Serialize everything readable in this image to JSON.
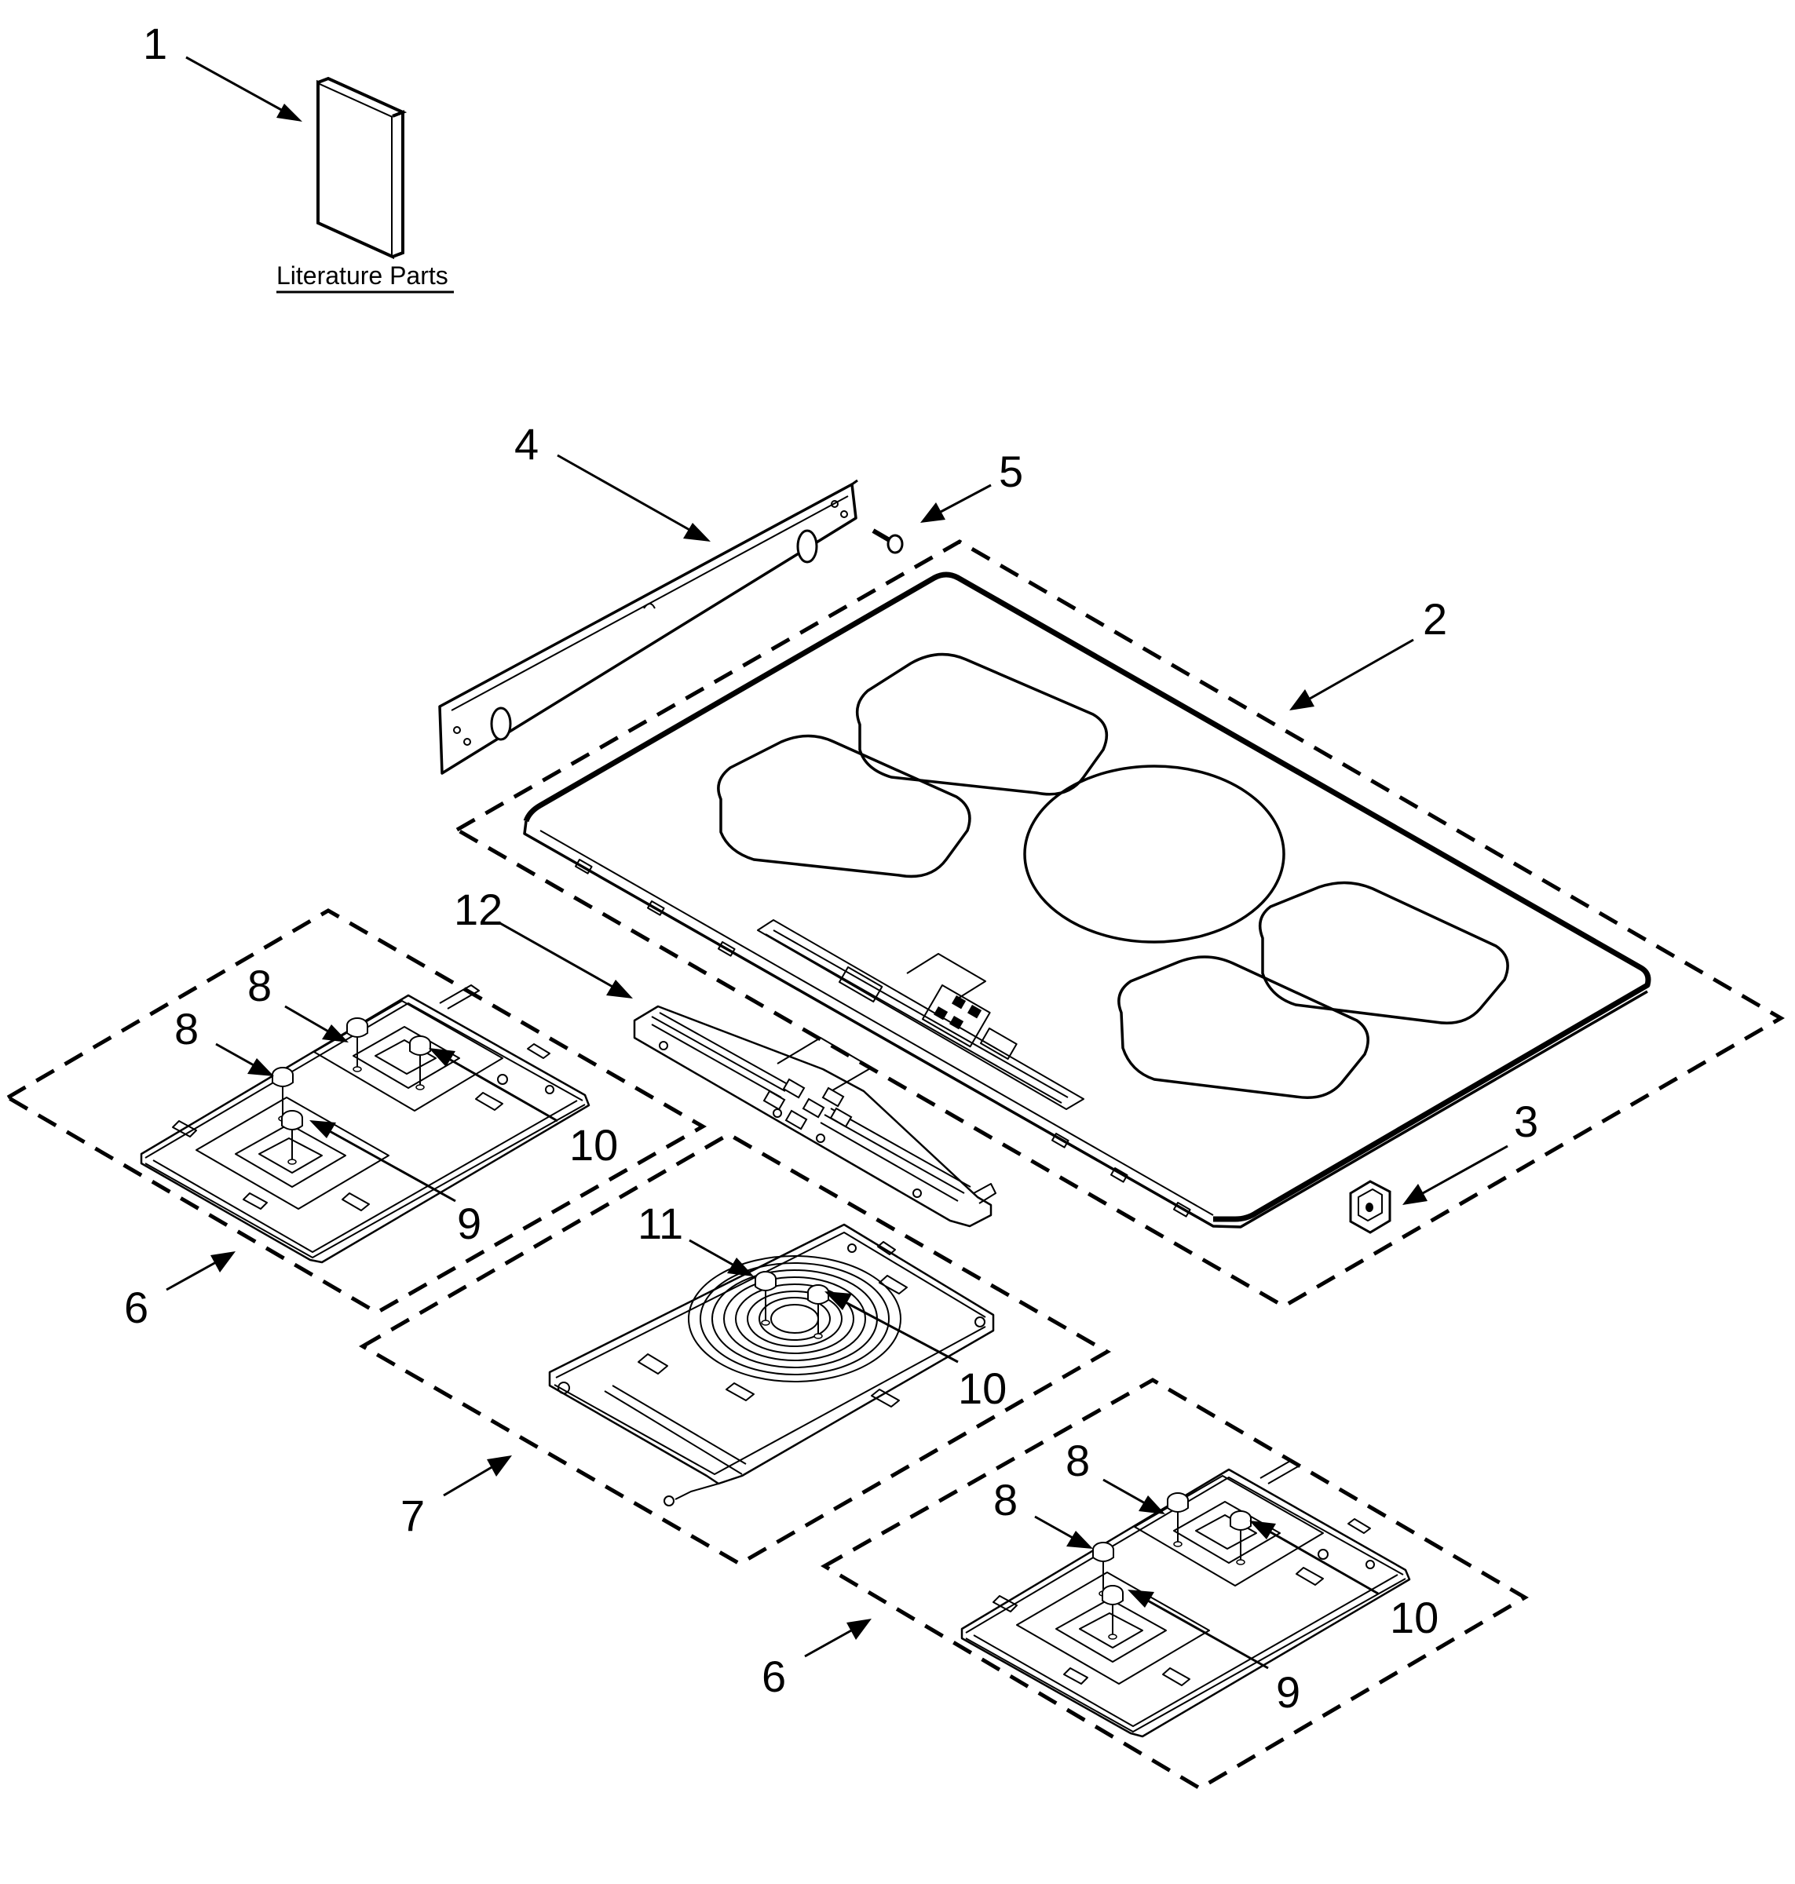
{
  "caption": {
    "literature": "Literature Parts"
  },
  "callouts": {
    "c1": "1",
    "c2": "2",
    "c3": "3",
    "c4": "4",
    "c5": "5",
    "c6a": "6",
    "c6b": "6",
    "c7": "7",
    "c8a": "8",
    "c8b": "8",
    "c8c": "8",
    "c8d": "8",
    "c9a": "9",
    "c9b": "9",
    "c10a": "10",
    "c10b": "10",
    "c10c": "10",
    "c11": "11",
    "c12": "12"
  }
}
